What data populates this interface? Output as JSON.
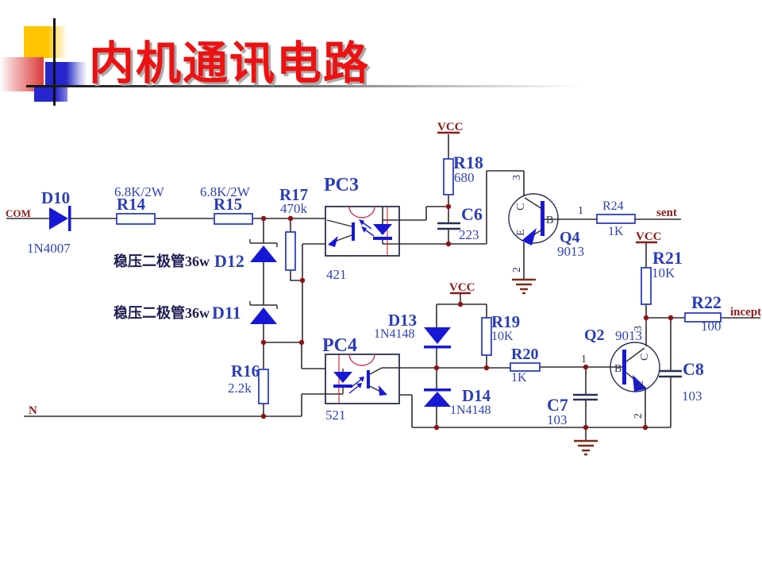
{
  "title": "内机通讯电路",
  "terminals": {
    "com": "COM",
    "n": "N",
    "sent": "sent",
    "incept": "incept",
    "vcc": "VCC"
  },
  "components": {
    "d10": {
      "ref": "D10",
      "value": "1N4007"
    },
    "r14": {
      "ref": "R14",
      "value": "6.8K/2W"
    },
    "r15": {
      "ref": "R15",
      "value": "6.8K/2W"
    },
    "r17": {
      "ref": "R17",
      "value": "470k"
    },
    "d12": {
      "ref": "D12",
      "note": "稳压二极管36w"
    },
    "d11": {
      "ref": "D11",
      "note": "稳压二极管36w"
    },
    "r16": {
      "ref": "R16",
      "value": "2.2k"
    },
    "pc3": {
      "ref": "PC3",
      "value": "421"
    },
    "pc4": {
      "ref": "PC4",
      "value": "521"
    },
    "r18": {
      "ref": "R18",
      "value": "680"
    },
    "c6": {
      "ref": "C6",
      "value": "223"
    },
    "q4": {
      "ref": "Q4",
      "value": "9013"
    },
    "r24": {
      "ref": "R24",
      "value": "1K"
    },
    "r21": {
      "ref": "R21",
      "value": "10K"
    },
    "r22": {
      "ref": "R22",
      "value": "100"
    },
    "d13": {
      "ref": "D13",
      "value": "1N4148"
    },
    "d14": {
      "ref": "D14",
      "value": "1N4148"
    },
    "r19": {
      "ref": "R19",
      "value": "10K"
    },
    "r20": {
      "ref": "R20",
      "value": "1K"
    },
    "q2": {
      "ref": "Q2",
      "value": "9013"
    },
    "c7": {
      "ref": "C7",
      "value": "103"
    },
    "c8": {
      "ref": "C8",
      "value": "103"
    }
  },
  "pins": {
    "b": "B",
    "c": "C",
    "e": "E",
    "p1": "1",
    "p2": "2",
    "p3": "3"
  }
}
